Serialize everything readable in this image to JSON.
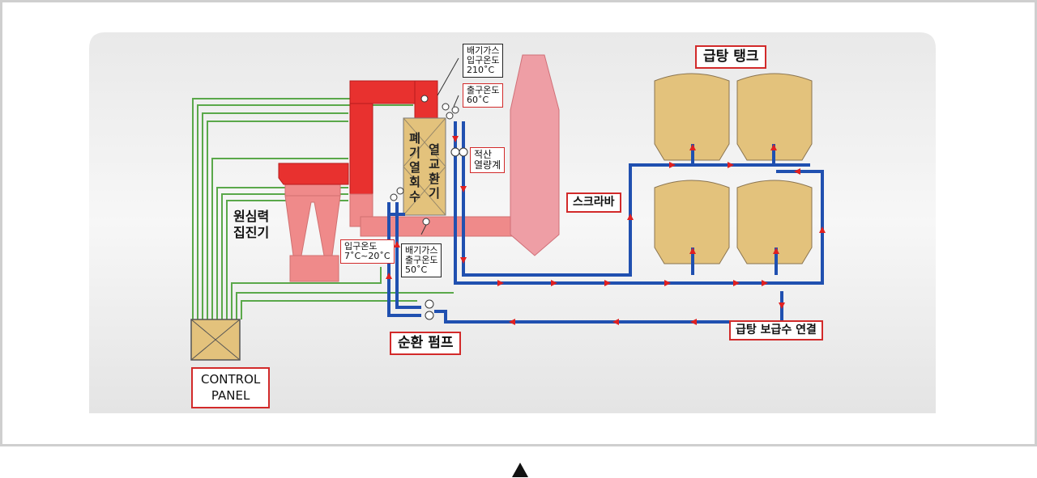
{
  "labels": {
    "exhaust_in": "배기가스\n입구온도\n210˚C",
    "exit_temp": "출구온도\n60˚C",
    "flowmeter": "적산\n열량계",
    "scrubber": "스크라바",
    "hot_tank": "급탕 탱크",
    "collector": "원심력\n집진기",
    "inlet_temp": "입구온도\n7˚C~20˚C",
    "exhaust_out": "배기가스\n출구온도\n50˚C",
    "pump": "순환 펌프",
    "supply": "급탕 보급수 연결",
    "control": "CONTROL\nPANEL"
  },
  "tower": {
    "col1": [
      "폐",
      "기",
      "열",
      "회",
      "수"
    ],
    "col2": [
      "열",
      "교",
      "환",
      "기"
    ]
  },
  "colors": {
    "duct_red": "#e8312f",
    "duct_pink": "#ef8a8a",
    "pipe_blue": "#2050b0",
    "wire_green": "#5aa84a",
    "tank_tan": "#e3c27c",
    "label_border": "#d22a2a"
  },
  "nav": {
    "up_icon": "triangle-up-icon"
  }
}
